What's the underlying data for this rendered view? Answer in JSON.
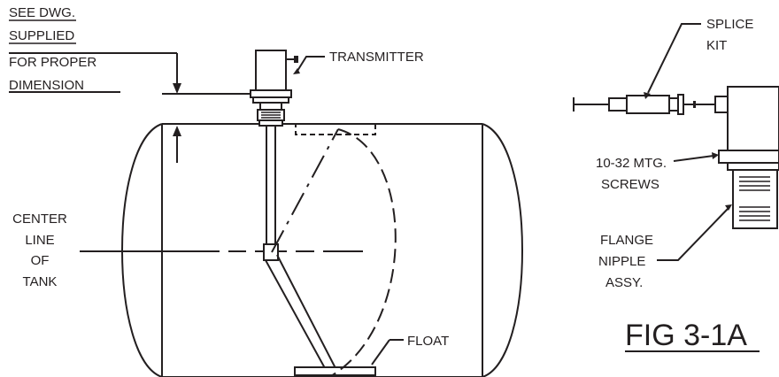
{
  "labels": {
    "see_dwg": [
      "SEE DWG.",
      "SUPPLIED",
      "FOR PROPER",
      "DIMENSION"
    ],
    "transmitter": "TRANSMITTER",
    "center_line": [
      "CENTER",
      "LINE",
      "OF",
      "TANK"
    ],
    "float": "FLOAT",
    "splice_kit": [
      "SPLICE",
      "KIT"
    ],
    "mtg_screws": [
      "10-32 MTG.",
      "SCREWS"
    ],
    "flange_nipple": [
      "FLANGE",
      "NIPPLE",
      "ASSY."
    ],
    "figure": "FIG 3-1A"
  },
  "colors": {
    "ink": "#231f20",
    "paper": "#ffffff"
  }
}
